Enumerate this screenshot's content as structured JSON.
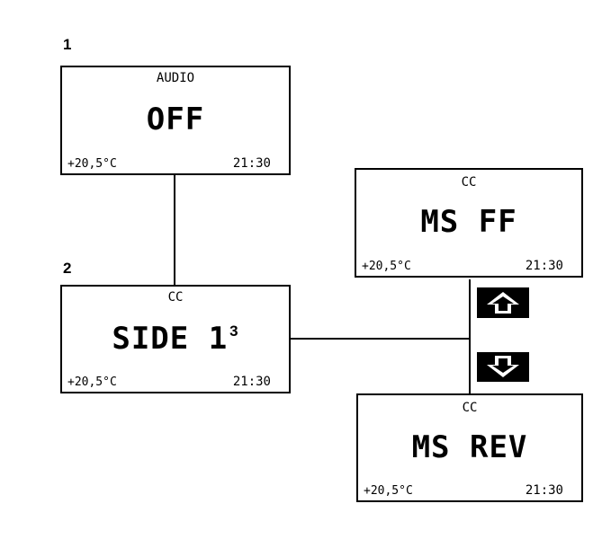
{
  "steps": {
    "one": "1",
    "two": "2"
  },
  "screens": {
    "audio_off": {
      "header": "AUDIO",
      "main": "OFF",
      "temp": "+20,5°C",
      "time": "21:30"
    },
    "side": {
      "header": "CC",
      "main": "SIDE 1",
      "sup": "3",
      "temp": "+20,5°C",
      "time": "21:30"
    },
    "ms_ff": {
      "header": "CC",
      "main": "MS FF",
      "temp": "+20,5°C",
      "time": "21:30"
    },
    "ms_rev": {
      "header": "CC",
      "main": "MS REV",
      "temp": "+20,5°C",
      "time": "21:30"
    }
  },
  "icons": {
    "up": "up-arrow-icon",
    "down": "down-arrow-icon"
  }
}
